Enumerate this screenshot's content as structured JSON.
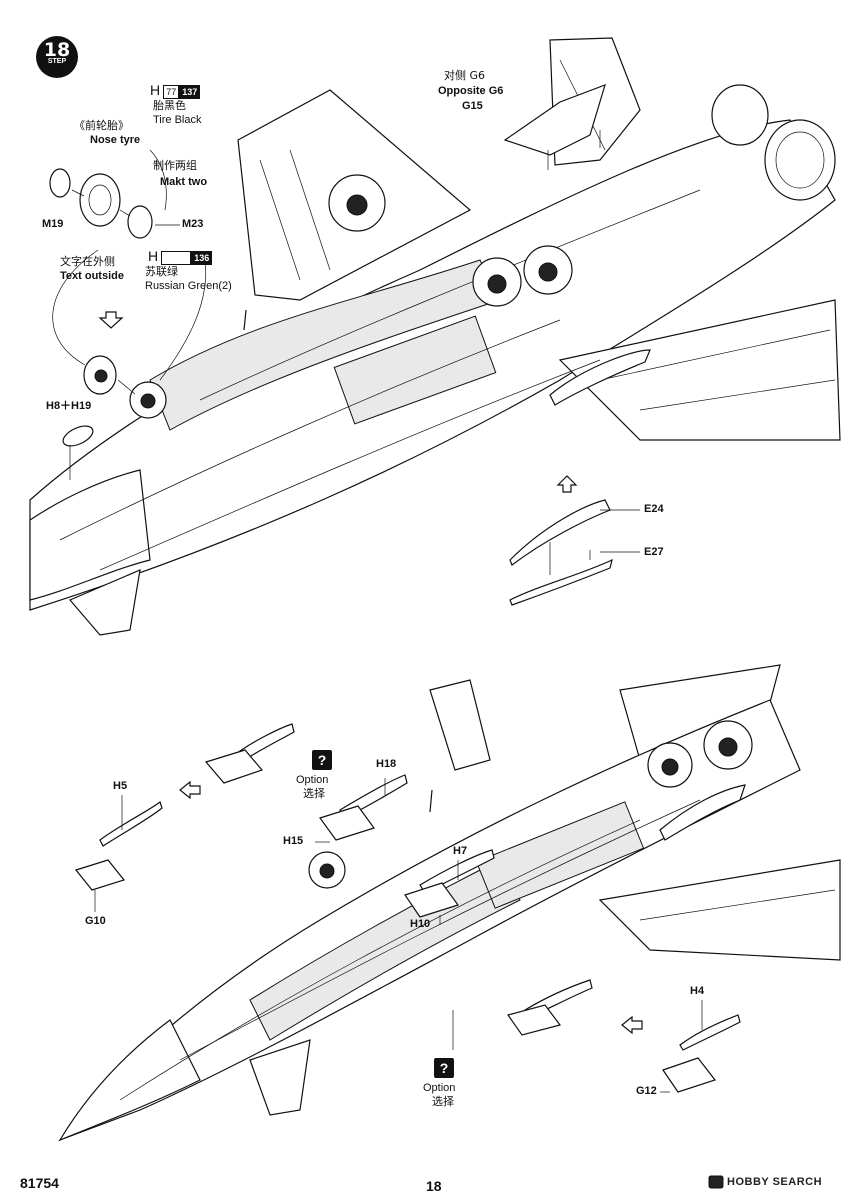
{
  "step": {
    "number": "18",
    "word": "STEP"
  },
  "top": {
    "tire_color": {
      "prefix": "H",
      "box": "77",
      "code": "137",
      "cn": "胎黑色",
      "en": "Tire Black"
    },
    "nose_tyre": {
      "cn": "《前轮胎》",
      "en": "Nose tyre"
    },
    "make_two": {
      "cn": "制作两组",
      "en": "Makt two"
    },
    "green_color": {
      "prefix": "H",
      "code": "136",
      "cn": "苏联绿",
      "en": "Russian Green(2)"
    },
    "text_outside": {
      "cn": "文字在外侧",
      "en": "Text outside"
    },
    "parts": {
      "m19": "M19",
      "m23": "M23",
      "h8h19": "H8＋H19",
      "g15": "G15",
      "e24": "E24",
      "e27": "E27"
    },
    "opposite": {
      "cn": "对侧 G6",
      "en": "Opposite G6"
    }
  },
  "bottom": {
    "parts": {
      "h5": "H5",
      "g10": "G10",
      "h18": "H18",
      "h15": "H15",
      "h7": "H7",
      "h10": "H10",
      "h4": "H4",
      "g12": "G12"
    },
    "option1": {
      "mark": "?",
      "en": "Option",
      "cn": "选择"
    },
    "option2": {
      "mark": "?",
      "en": "Option",
      "cn": "选择"
    }
  },
  "footer": {
    "kit": "81754",
    "page": "18",
    "watermark": "HOBBY SEARCH"
  }
}
